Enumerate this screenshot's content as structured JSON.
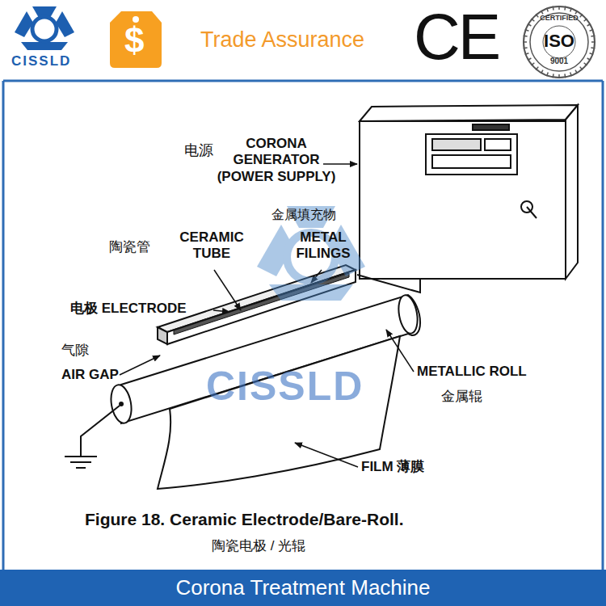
{
  "diagram": {
    "caption": "Figure 18. Ceramic Electrode/Bare-Roll.",
    "nodes": [
      {
        "text": [
          "Corona Treatment Machine"
        ]
      }
    ],
    "labels": [
      "CISSLD",
      "$",
      "Trade Assurance",
      "CE",
      "CERTIFIED",
      "ISO",
      "9001",
      "电源",
      "CORONA GENERATOR (POWER SUPPLY)",
      "金属填充物",
      "陶瓷管",
      "CERAMIC TUBE",
      "METAL FILINGS",
      "电极 ELECTRODE",
      "气隙",
      "AIR GAP",
      "METALLIC ROLL",
      "金属辊",
      "FILM 薄膜",
      "陶瓷电极 / 光辊",
      "CISSLD"
    ]
  }
}
